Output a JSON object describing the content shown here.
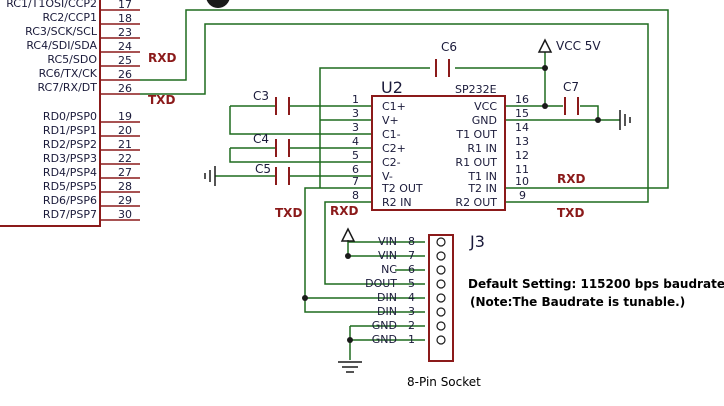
{
  "mcu": {
    "pins_right": [
      {
        "name": "RC1/T1OSI/CCP2",
        "num": "17"
      },
      {
        "name": "RC2/CCP1",
        "num": "18"
      },
      {
        "name": "RC3/SCK/SCL",
        "num": "23"
      },
      {
        "name": "RC4/SDI/SDA",
        "num": "24"
      },
      {
        "name": "RC5/SDO",
        "num": "25"
      },
      {
        "name": "RC6/TX/CK",
        "num": "26"
      },
      {
        "name": "RC7/RX/DT",
        "num": "26"
      },
      {
        "name": "RD0/PSP0",
        "num": "19"
      },
      {
        "name": "RD1/PSP1",
        "num": "20"
      },
      {
        "name": "RD2/PSP2",
        "num": "21"
      },
      {
        "name": "RD3/PSP3",
        "num": "22"
      },
      {
        "name": "RD4/PSP4",
        "num": "27"
      },
      {
        "name": "RD5/PSP5",
        "num": "28"
      },
      {
        "name": "RD6/PSP6",
        "num": "29"
      },
      {
        "name": "RD7/PSP7",
        "num": "30"
      }
    ]
  },
  "u2": {
    "ref": "U2",
    "part": "SP232E",
    "left_pins": [
      {
        "num": "1",
        "name": "C1+"
      },
      {
        "num": "3",
        "name": "V+"
      },
      {
        "num": "3",
        "name": "C1-"
      },
      {
        "num": "4",
        "name": "C2+"
      },
      {
        "num": "5",
        "name": "C2-"
      },
      {
        "num": "6",
        "name": "V-"
      },
      {
        "num": "7",
        "name": "T2 OUT"
      },
      {
        "num": "8",
        "name": "R2 IN"
      }
    ],
    "right_pins": [
      {
        "num": "16",
        "name": "VCC"
      },
      {
        "num": "15",
        "name": "GND"
      },
      {
        "num": "14",
        "name": "T1 OUT"
      },
      {
        "num": "13",
        "name": "R1 IN"
      },
      {
        "num": "12",
        "name": "R1 OUT"
      },
      {
        "num": "11",
        "name": "T1 IN"
      },
      {
        "num": "10",
        "name": "T2 IN"
      },
      {
        "num": "9",
        "name": "R2 OUT"
      }
    ]
  },
  "caps": {
    "c3": "C3",
    "c4": "C4",
    "c5": "C5",
    "c6": "C6",
    "c7": "C7"
  },
  "vcc_label": "VCC 5V",
  "nets": {
    "rxd_mcu": "RXD",
    "txd_mcu": "TXD",
    "rxd_u2": "RXD",
    "txd_u2": "TXD",
    "txd_left": "TXD",
    "rxd_left": "RXD"
  },
  "j3": {
    "ref": "J3",
    "pins": [
      {
        "name": "VIN",
        "num": "8"
      },
      {
        "name": "VIN",
        "num": "7"
      },
      {
        "name": "NC",
        "num": "6"
      },
      {
        "name": "DOUT",
        "num": "5"
      },
      {
        "name": "DIN",
        "num": "4"
      },
      {
        "name": "DIN",
        "num": "3"
      },
      {
        "name": "GND",
        "num": "2"
      },
      {
        "name": "GND",
        "num": "1"
      }
    ],
    "caption": "8-Pin Socket"
  },
  "notes": {
    "line1": "Default Setting:  115200 bps baudrate",
    "line2": "(Note:The Baudrate is tunable.)"
  },
  "colors": {
    "wire": "#1f6b1f",
    "body": "#8b1a1a",
    "text": "#1a1a3a",
    "net": "#8b1a1a"
  }
}
